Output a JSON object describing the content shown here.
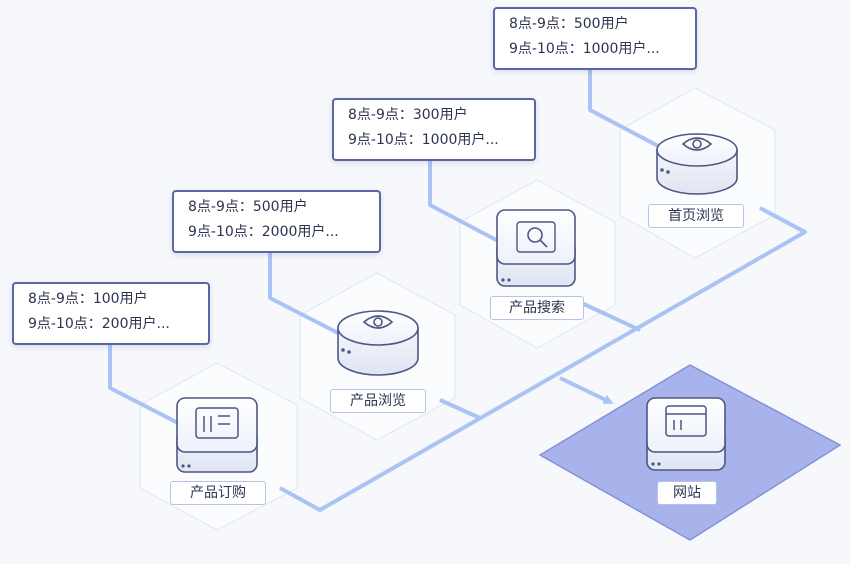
{
  "nodes": {
    "homepage": {
      "label": "首页浏览",
      "line1": "8点-9点：500用户",
      "line2": "9点-10点：1000用户...",
      "icon": "eye-icon"
    },
    "product_search": {
      "label": "产品搜索",
      "line1": "8点-9点：300用户",
      "line2": "9点-10点：1000用户...",
      "icon": "search-icon"
    },
    "product_browse": {
      "label": "产品浏览",
      "line1": "8点-9点：500用户",
      "line2": "9点-10点：2000用户...",
      "icon": "eye-icon"
    },
    "product_order": {
      "label": "产品订购",
      "line1": "8点-9点：100用户",
      "line2": "9点-10点：200用户...",
      "icon": "list-icon"
    },
    "website": {
      "label": "网站",
      "icon": "server-icon"
    }
  },
  "colors": {
    "line": "#a9c3f5",
    "callout_border": "#5b66a3",
    "platform_fill": "#a8b3ec",
    "platform_stroke": "#8592d8"
  }
}
